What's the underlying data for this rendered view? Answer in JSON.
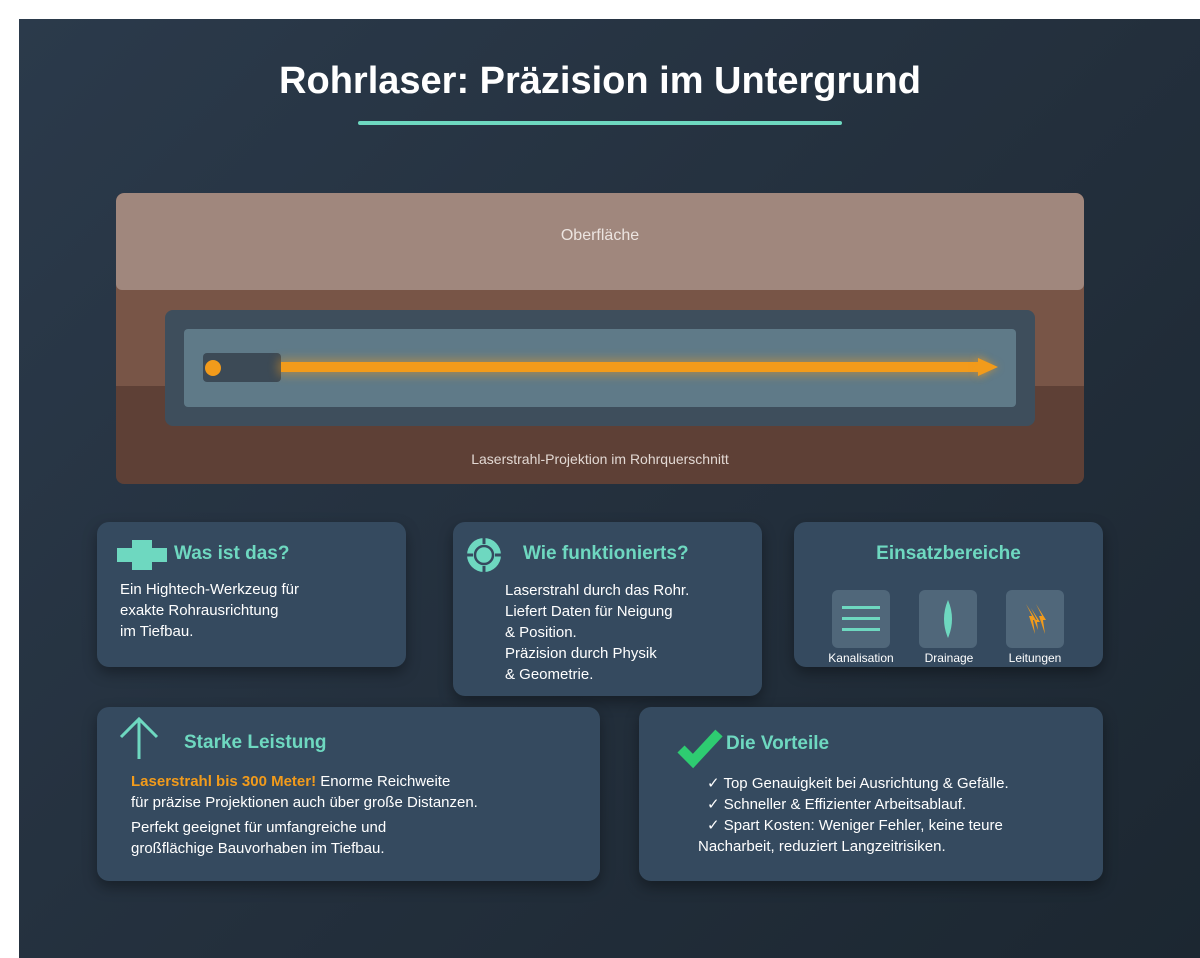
{
  "title": "Rohrlaser: Präzision im Untergrund",
  "diagram": {
    "surface_label": "Oberfläche",
    "caption": "Laserstrahl-Projektion im Rohrquerschnitt"
  },
  "cards": {
    "what": {
      "title": "Was ist das?",
      "lines": [
        "Ein Hightech-Werkzeug für",
        "exakte Rohrausrichtung",
        "im Tiefbau."
      ]
    },
    "how": {
      "title": "Wie funktionierts?",
      "lines": [
        "Laserstrahl durch das Rohr.",
        "Liefert Daten für Neigung",
        "& Position.",
        "Präzision durch Physik",
        "& Geometrie."
      ]
    },
    "areas": {
      "title": "Einsatzbereiche",
      "items": [
        {
          "label": "Kanalisation",
          "icon": "lines-icon"
        },
        {
          "label": "Drainage",
          "icon": "drop-icon"
        },
        {
          "label": "Leitungen",
          "icon": "lightning-icon"
        }
      ]
    },
    "performance": {
      "title": "Starke Leistung",
      "highlight": "Laserstrahl bis 300 Meter!",
      "line1_rest": " Enorme Reichweite",
      "line2": "für präzise Projektionen auch über große Distanzen.",
      "line3": "Perfekt geeignet für umfangreiche und",
      "line4": "großflächige Bauvorhaben im Tiefbau."
    },
    "benefits": {
      "title": "Die Vorteile",
      "lines": [
        "✓ Top Genauigkeit bei Ausrichtung & Gefälle.",
        "✓ Schneller & Effizienter Arbeitsablauf.",
        "✓ Spart Kosten: Weniger Fehler, keine teure",
        "Nacharbeit, reduziert Langzeitrisiken."
      ]
    }
  },
  "colors": {
    "accent": "#6ed8c0",
    "laser": "#f29b1b",
    "card": "#354a5f",
    "check": "#2ecc71"
  }
}
